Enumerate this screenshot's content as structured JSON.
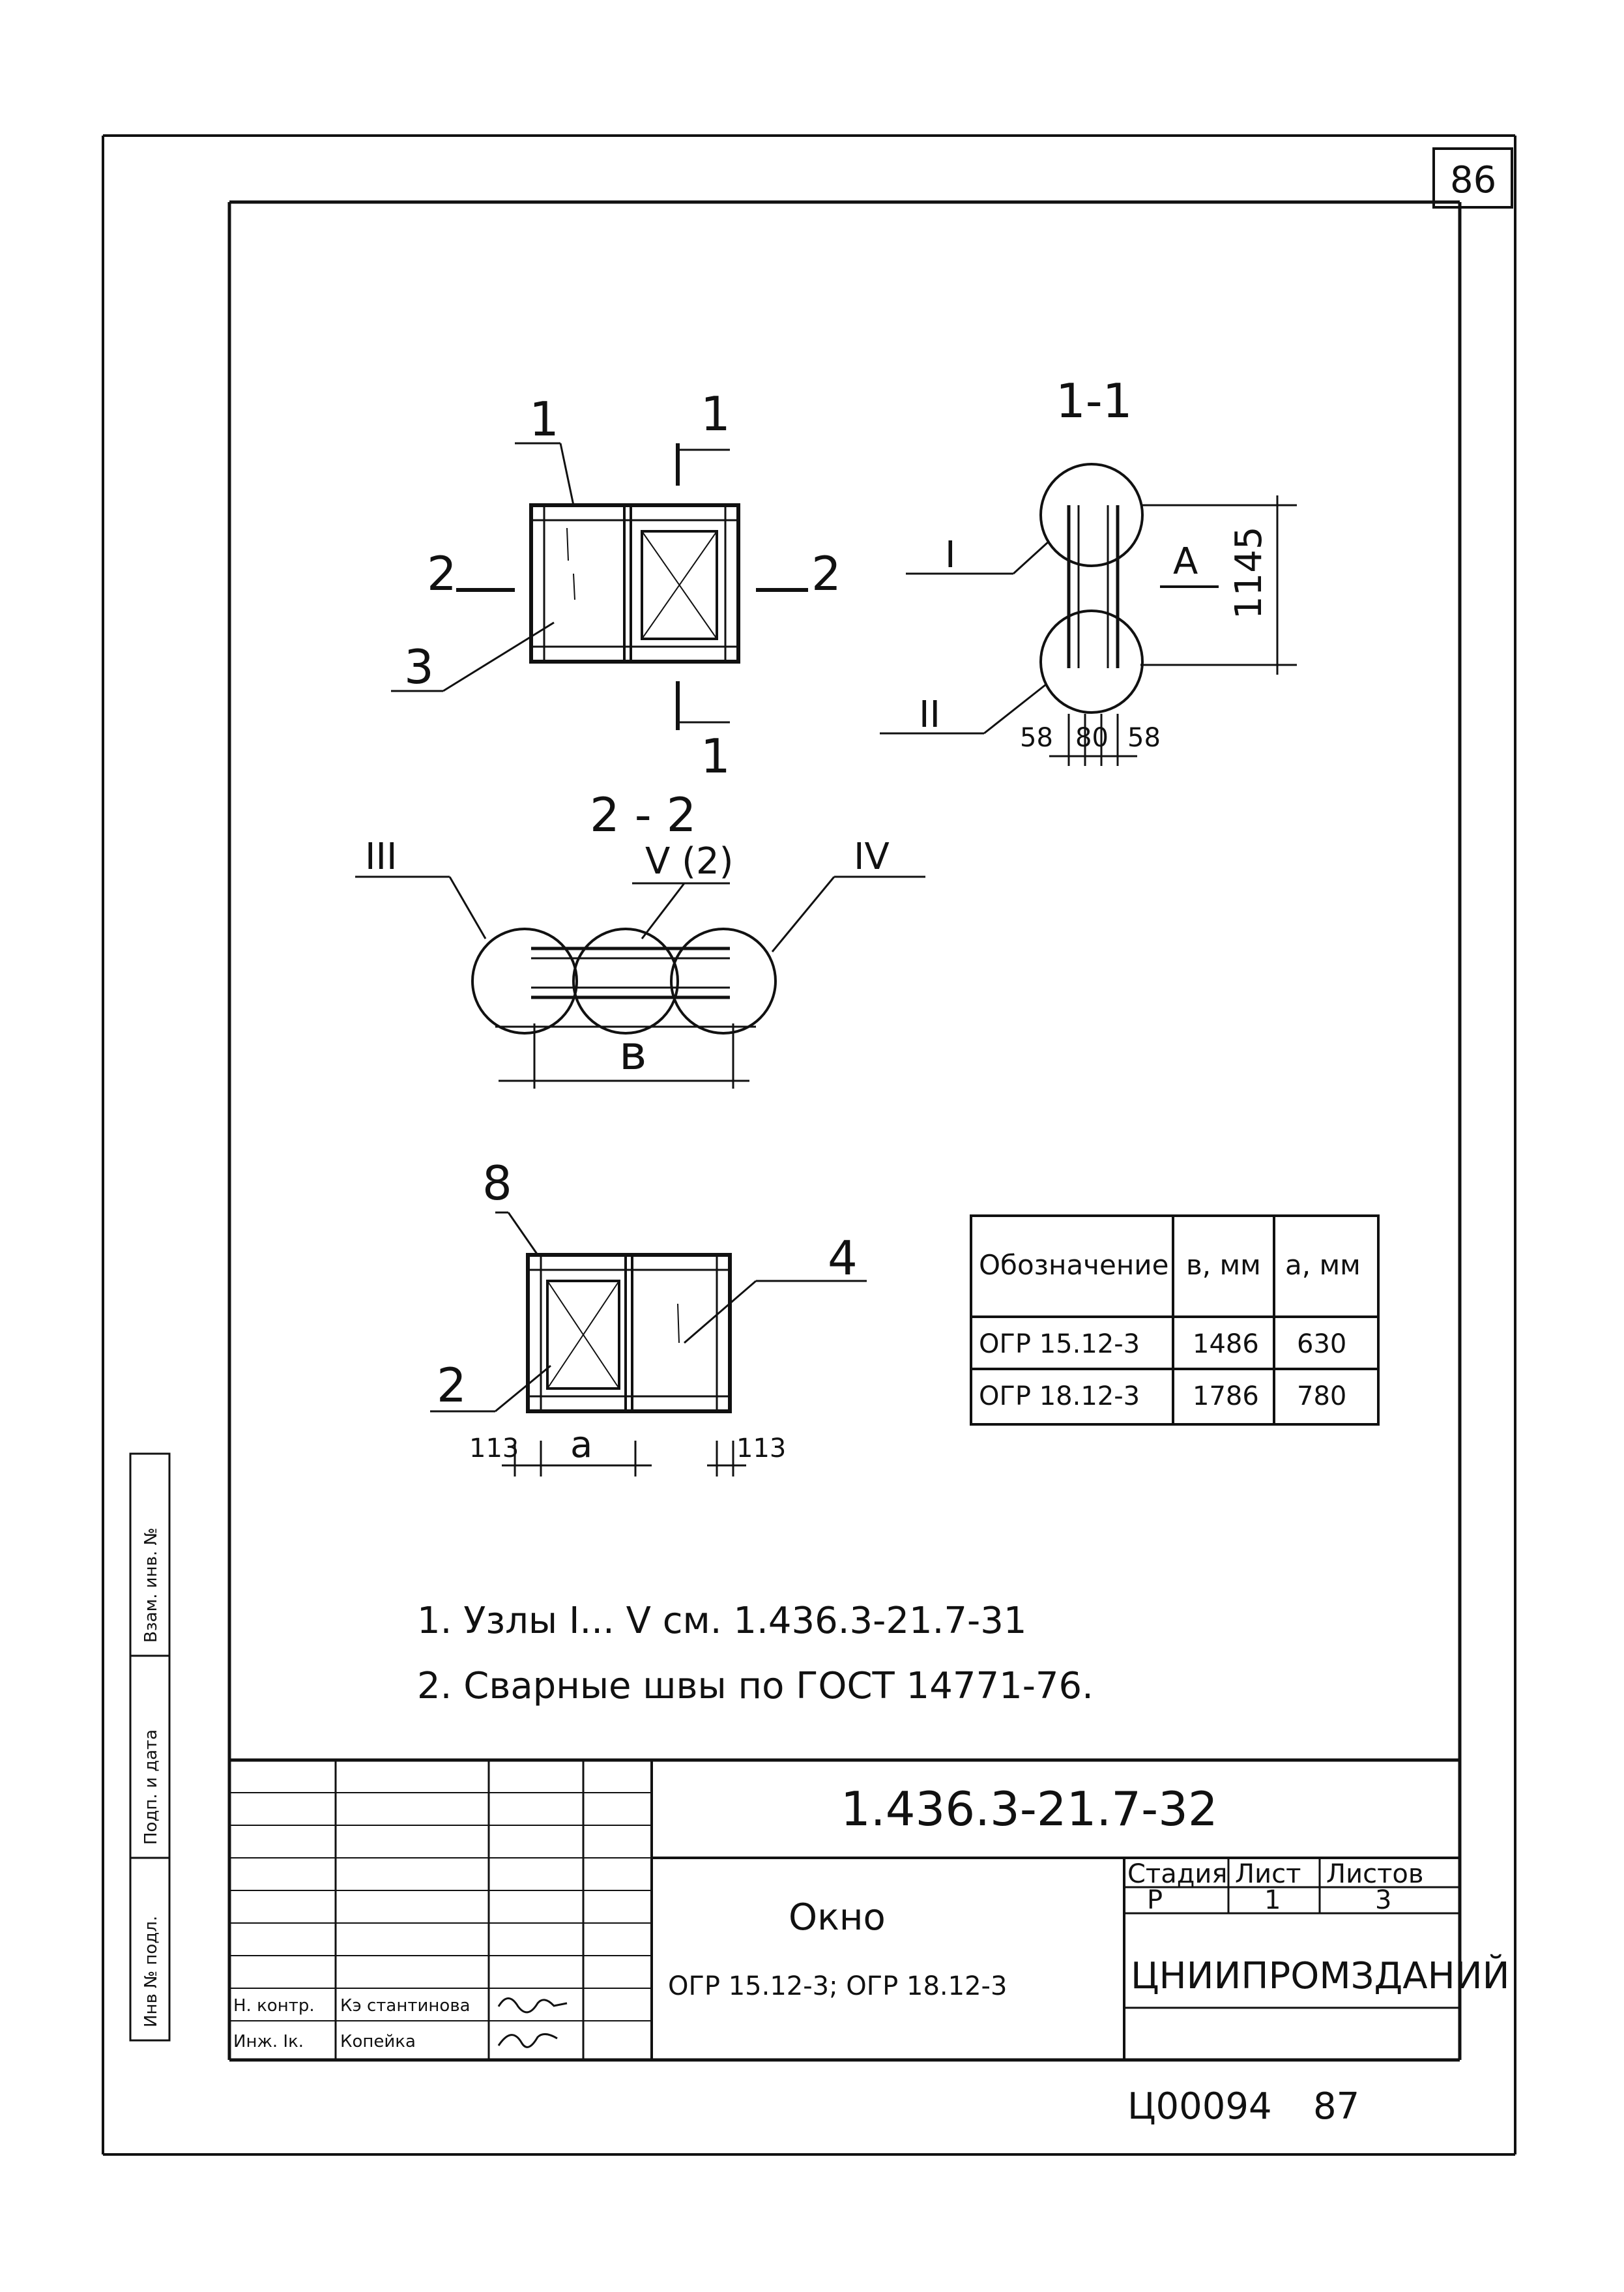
{
  "sheet_number": "86",
  "views": {
    "front1": {
      "callout_1": "1",
      "callout_3": "3",
      "section_2": "2",
      "section_1": "1"
    },
    "section_1_1": {
      "title": "1-1",
      "node_I": "I",
      "node_II": "II",
      "arrow_A": "A",
      "height": "1145",
      "dim_left": "58",
      "dim_mid": "80",
      "dim_right": "58"
    },
    "section_2_2": {
      "title": "2 - 2",
      "node_III": "III",
      "node_V": "V (2)",
      "node_IV": "IV",
      "dim_b": "в"
    },
    "front2": {
      "callout_8": "8",
      "callout_4": "4",
      "callout_2": "2",
      "dim_left": "113",
      "dim_a": "a",
      "dim_right": "113"
    }
  },
  "table": {
    "headers": [
      "Обозначение",
      "в, мм",
      "a, мм"
    ],
    "rows": [
      [
        "ОГР 15.12-3",
        "1486",
        "630"
      ],
      [
        "ОГР 18.12-3",
        "1786",
        "780"
      ]
    ]
  },
  "notes": [
    "1. Узлы I... V см. 1.436.3-21.7-31",
    "2. Сварные швы по ГОСТ 14771-76."
  ],
  "title_block": {
    "doc_code": "1.436.3-21.7-32",
    "title": "Окно",
    "subtitle": "ОГР 15.12-3; ОГР 18.12-3",
    "stage_label": "Стадия",
    "sheet_label": "Лист",
    "sheets_label": "Листов",
    "stage": "Р",
    "sheet": "1",
    "sheets": "3",
    "org": "ЦНИИПРОМЗДАНИЙ",
    "role1": "Н. контр.",
    "name1": "Кэ стантинова",
    "role2": "Инж. Iк.",
    "name2": "Копейка"
  },
  "side_stamp": [
    "Инв № подл.",
    "Подп. и дата",
    "Взам. инв. №"
  ],
  "footer": {
    "archive": "Ц00094",
    "page": "87"
  }
}
